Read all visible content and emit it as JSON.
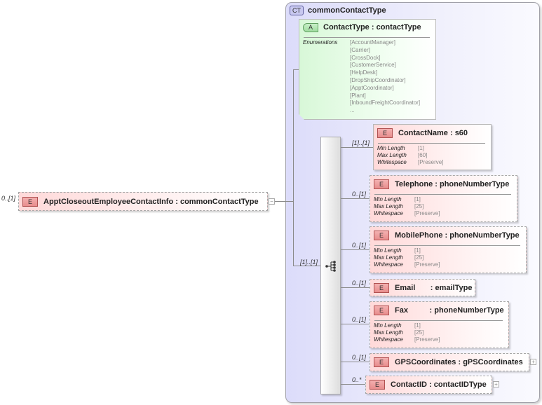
{
  "root": {
    "badge": "E",
    "name": "ApptCloseoutEmployeeContactInfo",
    "type": "commonContactType",
    "cardinality": "0..[1]"
  },
  "complex_type": {
    "badge": "CT",
    "name": "commonContactType"
  },
  "attribute": {
    "badge": "A",
    "name": "ContactType",
    "type": "contactType",
    "facet_label": "Enumerations",
    "enumerations": [
      "[AccountManager]",
      "[Carrier]",
      "[CrossDock]",
      "[CustomerService]",
      "[HelpDesk]",
      "[DropShipCoordinator]",
      "[ApptCoordinator]",
      "[Plant]",
      "[InboundFreightCoordinator]",
      "..."
    ]
  },
  "sequence": {
    "cardinality": "[1]..[1]",
    "icon": "sequence-icon"
  },
  "facet_labels": {
    "min": "Min Length",
    "max": "Max Length",
    "ws": "Whitespace"
  },
  "children": [
    {
      "badge": "E",
      "name": "ContactName",
      "type": "s60",
      "cardinality": "[1]..[1]",
      "min": "[1]",
      "max": "[60]",
      "ws": "[Preserve]"
    },
    {
      "badge": "E",
      "name": "Telephone",
      "type": "phoneNumberType",
      "cardinality": "0..[1]",
      "min": "[1]",
      "max": "[25]",
      "ws": "[Preserve]"
    },
    {
      "badge": "E",
      "name": "MobilePhone",
      "type": "phoneNumberType",
      "cardinality": "0..[1]",
      "min": "[1]",
      "max": "[25]",
      "ws": "[Preserve]"
    },
    {
      "badge": "E",
      "name": "Email",
      "type": "emailType",
      "cardinality": "0..[1]"
    },
    {
      "badge": "E",
      "name": "Fax",
      "type": "phoneNumberType",
      "cardinality": "0..[1]",
      "min": "[1]",
      "max": "[25]",
      "ws": "[Preserve]"
    },
    {
      "badge": "E",
      "name": "GPSCoordinates",
      "type": "gPSCoordinates",
      "cardinality": "0..[1]"
    },
    {
      "badge": "E",
      "name": "ContactID",
      "type": "contactIDType",
      "cardinality": "0..*"
    }
  ]
}
